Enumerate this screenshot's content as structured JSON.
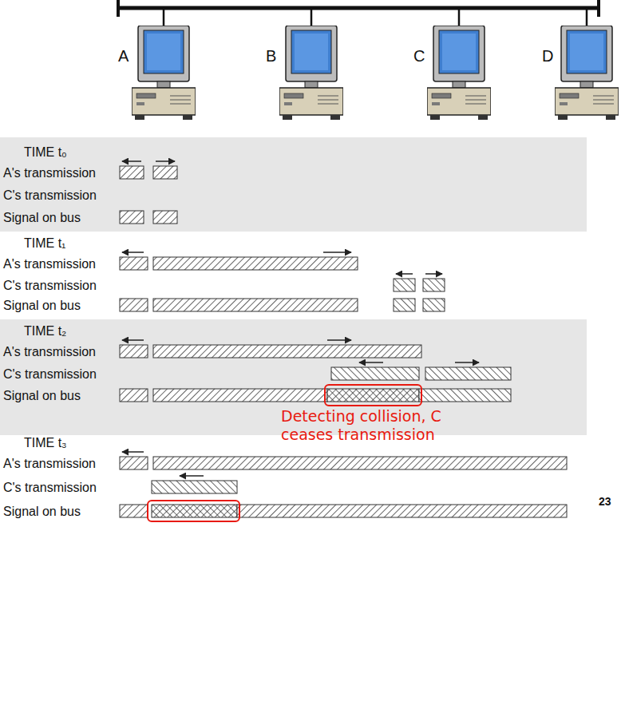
{
  "diagram": {
    "labels": [
      "A",
      "B",
      "C",
      "D",
      "TIME t₀",
      "A's transmission",
      "C's transmission",
      "Signal on bus",
      "TIME t₁",
      "A's transmission",
      "C's transmission",
      "Signal on bus",
      "TIME t₂",
      "A's transmission",
      "C's transmission",
      "Signal on bus",
      "TIME t₃",
      "A's transmission",
      "C's transmission",
      "Signal on bus",
      "Detecting collision, C ceases transmission",
      "23"
    ]
  }
}
